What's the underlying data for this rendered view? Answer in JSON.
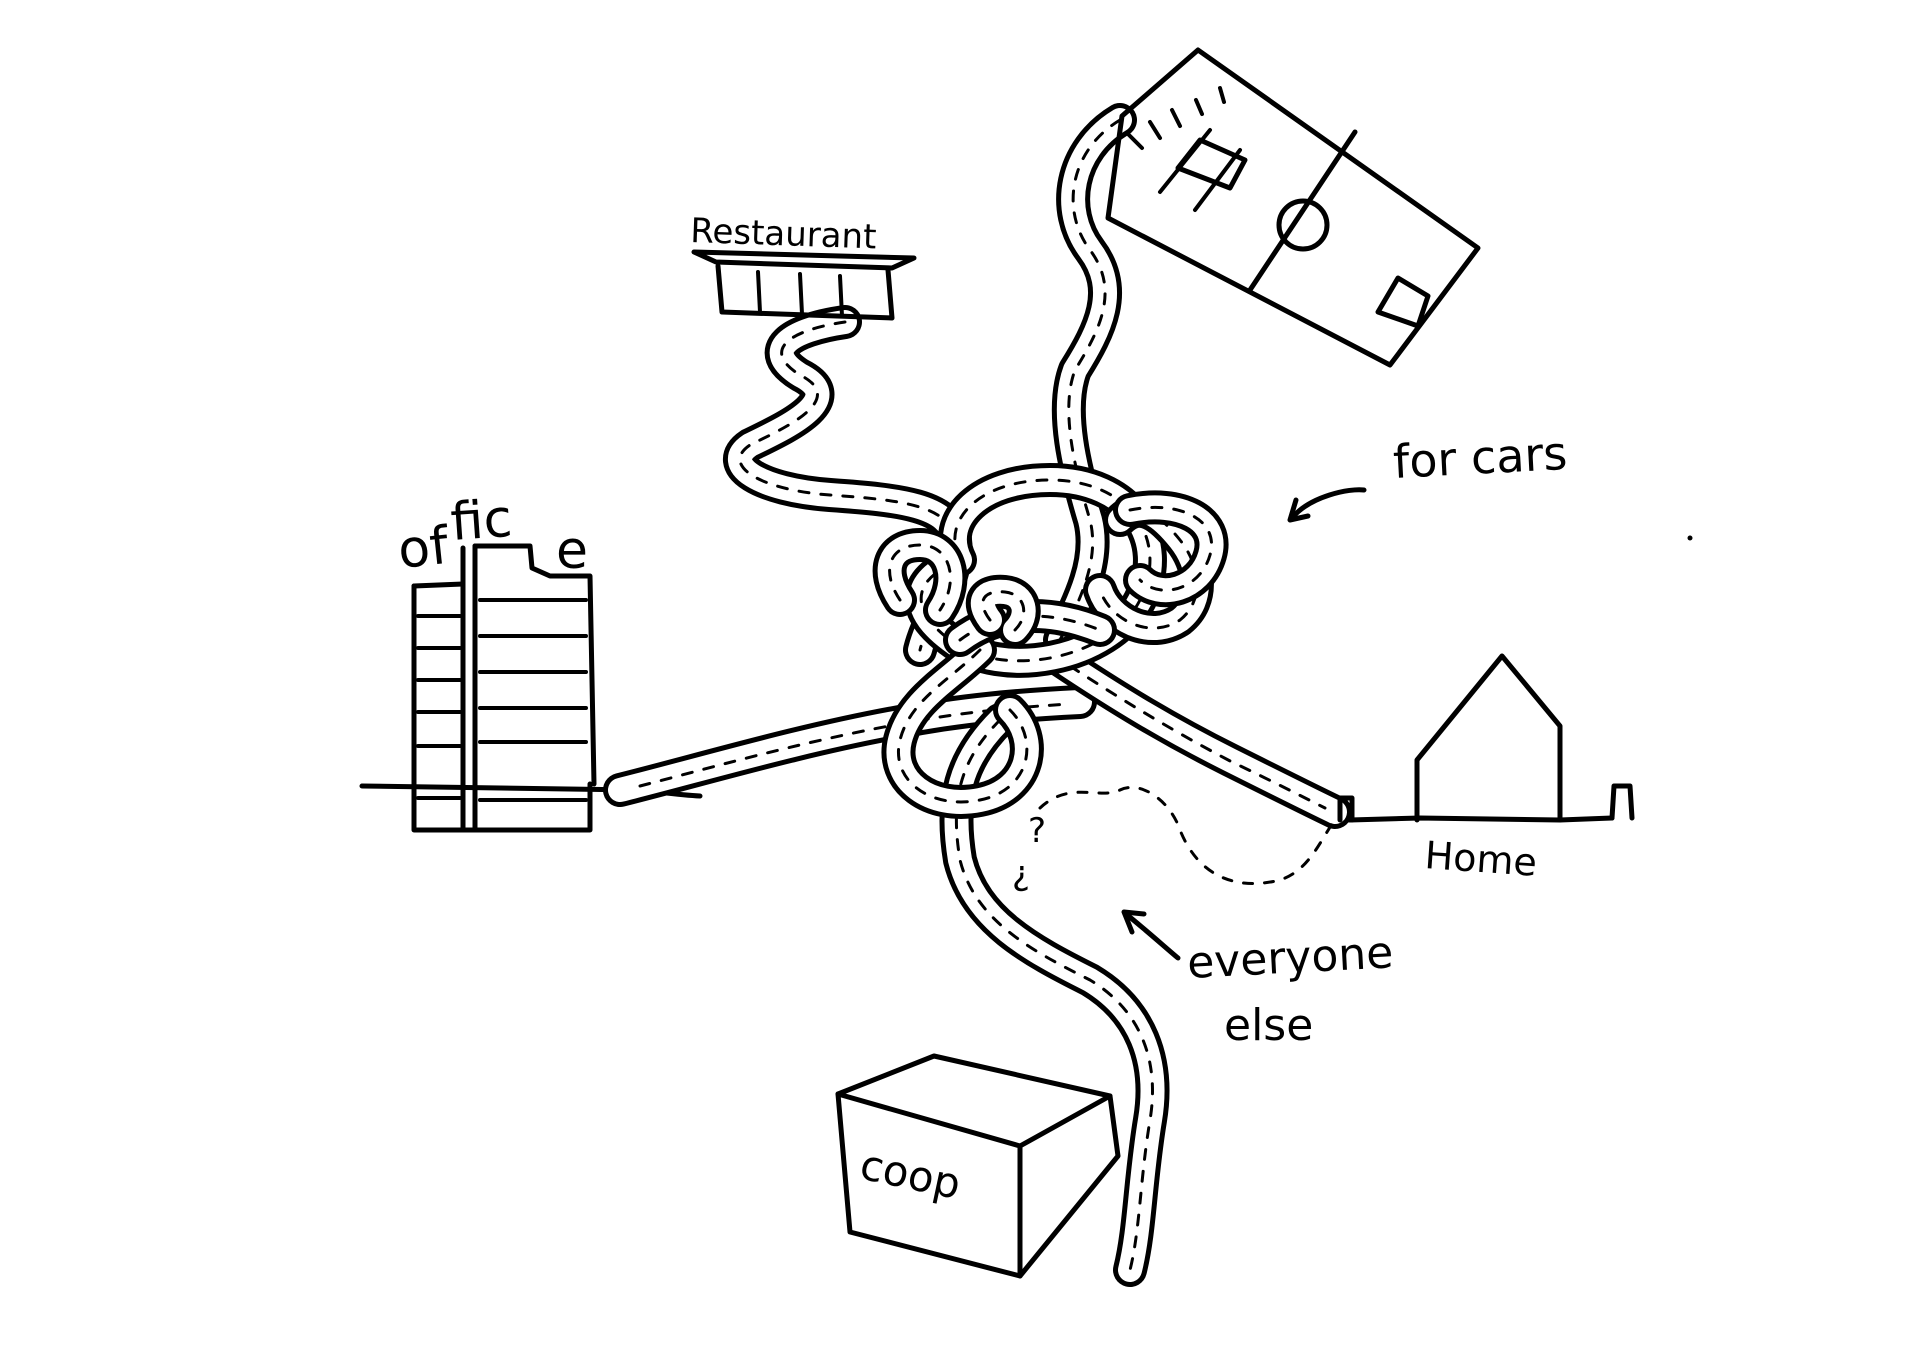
{
  "labels": {
    "restaurant": "Restaurant",
    "office_1": "of",
    "office_2": "fic",
    "office_3": "e",
    "for_cars": "for cars",
    "home": "Home",
    "everyone_line1": "everyone",
    "everyone_line2": "else",
    "coop": "coop",
    "question_1": "?",
    "question_2": "?"
  },
  "icons": {
    "office": "office-building-icon",
    "restaurant": "restaurant-icon",
    "stadium": "football-field-icon",
    "home": "house-icon",
    "coop": "store-box-icon",
    "arrow_cars": "curved-arrow-icon",
    "arrow_everyone": "curved-arrow-icon"
  }
}
